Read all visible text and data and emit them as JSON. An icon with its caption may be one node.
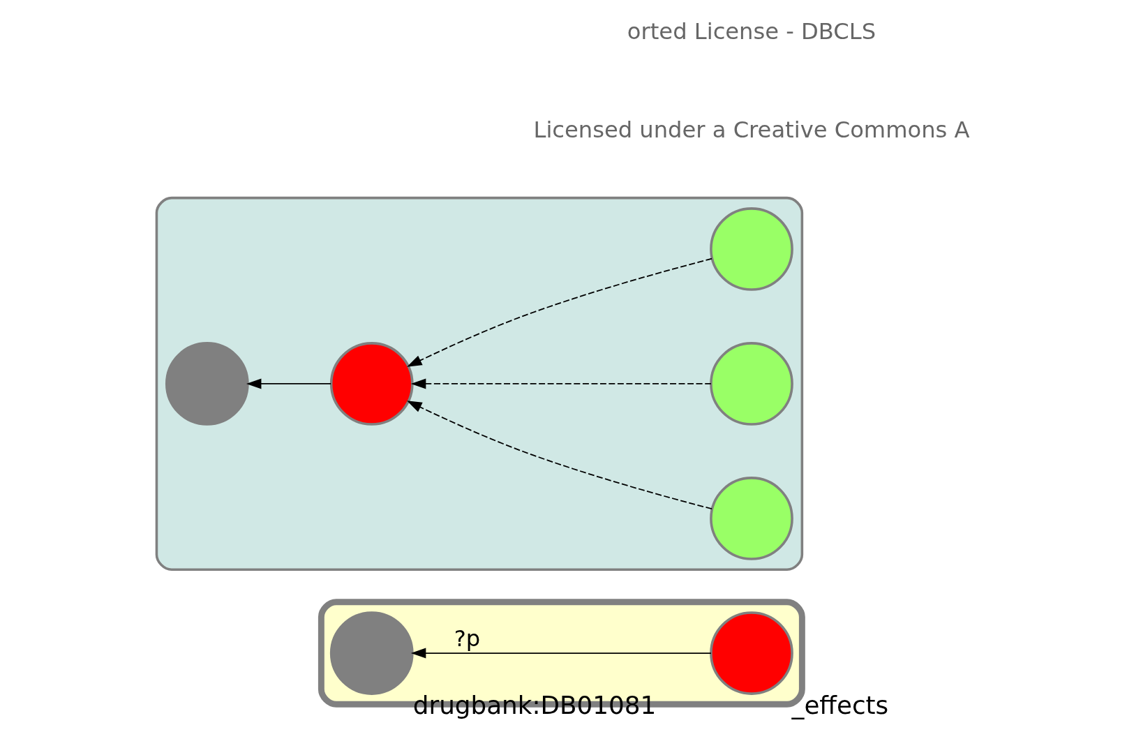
{
  "diagram": {
    "nodes": [
      {
        "text": [],
        "shape": "box"
      },
      {
        "text": [],
        "shape": "circle",
        "in": 0,
        "beside": [
          "_effects"
        ]
      },
      {
        "text": [],
        "shape": "circle",
        "in": 0,
        "beside": [
          "drugbank:DB01081"
        ]
      },
      {
        "text": [],
        "shape": "cloud"
      },
      {
        "text": [],
        "shape": "circle",
        "in": 3
      },
      {
        "text": [],
        "shape": "circle",
        "in": 3
      },
      {
        "text": [],
        "shape": "circle",
        "in": 3
      },
      {
        "text": [],
        "shape": "circle",
        "in": 3
      },
      {
        "text": [],
        "shape": "circle",
        "in": 3
      }
    ],
    "edges": [
      {
        "from": 1,
        "to": 2,
        "arrow": "to",
        "label": "?p"
      },
      {
        "from": 6,
        "to": 5,
        "arrow": "to"
      },
      {
        "from": 4,
        "to": 6,
        "arrow": "to",
        "style": "dashed"
      },
      {
        "from": 7,
        "to": 6,
        "arrow": "to",
        "style": "dashed"
      },
      {
        "from": 8,
        "to": 6,
        "arrow": "to",
        "style": "dashed"
      }
    ],
    "labels": [
      "Licensed under a Creative Commons A",
      "orted License - DBCLS"
    ]
  }
}
